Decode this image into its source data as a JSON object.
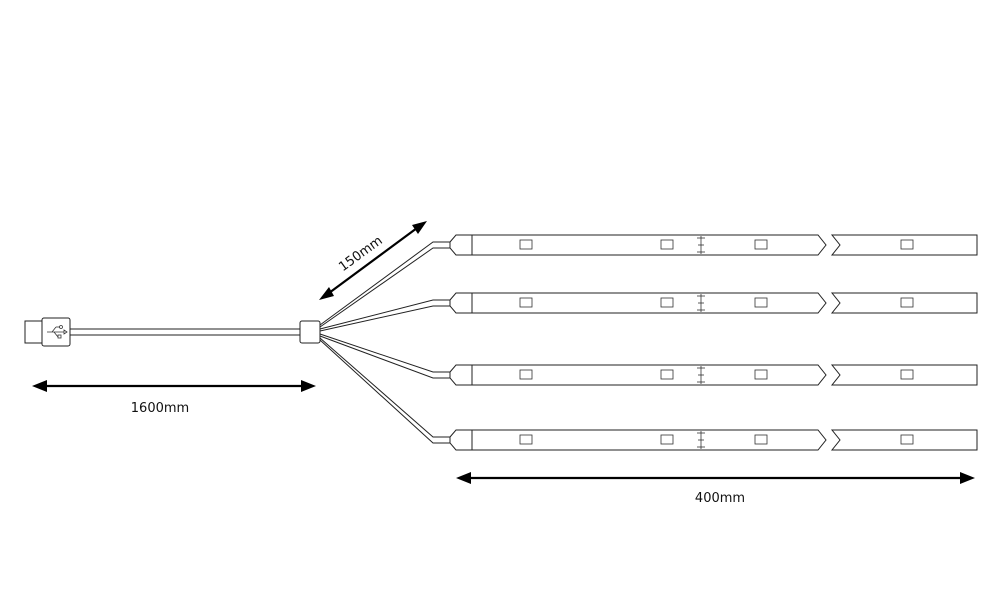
{
  "dimensions": {
    "cable_length": "1600mm",
    "split_length": "150mm",
    "strip_length": "400mm"
  },
  "strip_count": 4,
  "colors": {
    "line": "#222222",
    "arrow": "#000000",
    "background": "#ffffff"
  },
  "icons": {
    "usb_connector": "usb-plug-icon",
    "splitter": "junction-box-icon"
  }
}
